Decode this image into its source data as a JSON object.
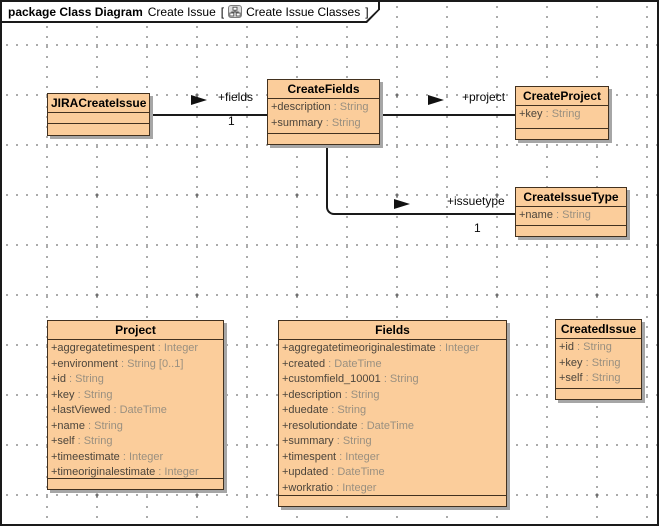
{
  "header": {
    "keyword_title": "package Class Diagram",
    "context_name": "Create Issue",
    "bracket_open": "[",
    "diagram_name": "Create Issue Classes",
    "bracket_close": "]",
    "icon": "class-diagram-icon"
  },
  "colors": {
    "class_fill": "#fbcd9b",
    "class_border": "#42311f",
    "shadow": "#a6a6a6",
    "attr_name": "#4c453c",
    "attr_type": "#9a9080",
    "line": "#1a1a1a"
  },
  "classes": {
    "jira": {
      "name": "JIRACreateIssue",
      "attributes": []
    },
    "create_fields": {
      "name": "CreateFields",
      "attributes": [
        "+description : String",
        "+summary : String"
      ]
    },
    "create_project": {
      "name": "CreateProject",
      "attributes": [
        "+key : String"
      ]
    },
    "create_issue_type": {
      "name": "CreateIssueType",
      "attributes": [
        "+name : String"
      ]
    },
    "project": {
      "name": "Project",
      "attributes": [
        "+aggregatetimespent : Integer",
        "+environment : String [0..1]",
        "+id : String",
        "+key : String",
        "+lastViewed : DateTime",
        "+name : String",
        "+self : String",
        "+timeestimate : Integer",
        "+timeoriginalestimate : Integer"
      ]
    },
    "fields": {
      "name": "Fields",
      "attributes": [
        "+aggregatetimeoriginalestimate : Integer",
        "+created : DateTime",
        "+customfield_10001 : String",
        "+description : String",
        "+duedate : String",
        "+resolutiondate : DateTime",
        "+summary : String",
        "+timespent : Integer",
        "+updated : DateTime",
        "+workratio : Integer"
      ]
    },
    "created_issue": {
      "name": "CreatedIssue",
      "attributes": [
        "+id : String",
        "+key : String",
        "+self : String"
      ]
    }
  },
  "associations": {
    "fields": {
      "role": "+fields",
      "multiplicity": "1"
    },
    "project": {
      "role": "+project"
    },
    "issuetype": {
      "role": "+issuetype",
      "multiplicity": "1"
    }
  }
}
